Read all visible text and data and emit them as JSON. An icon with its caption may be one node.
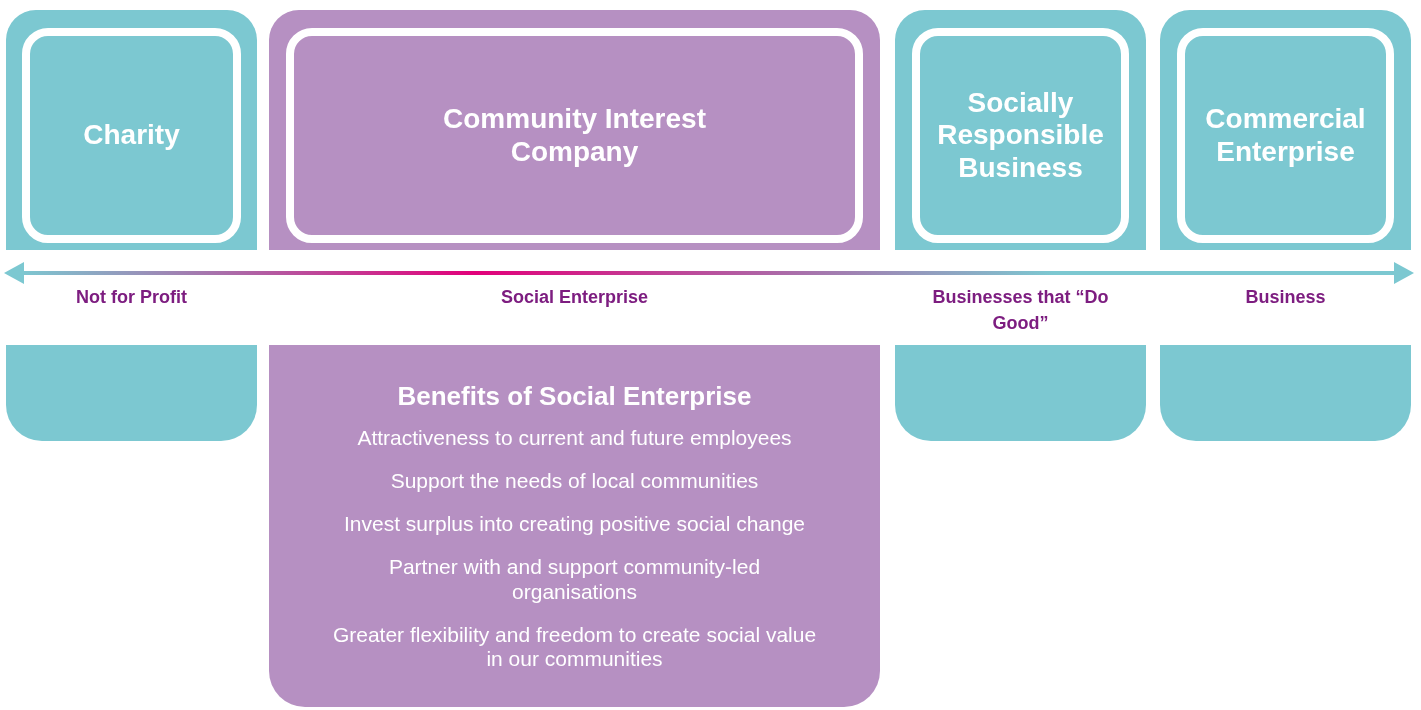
{
  "diagram": {
    "nodes": [
      {
        "text": [],
        "shape": "box"
      },
      {
        "text": [
          "Charity"
        ],
        "in": 0
      },
      {
        "text": [],
        "shape": "box"
      },
      {
        "text": [
          "Community Interest Company"
        ],
        "in": 2
      },
      {
        "text": [],
        "shape": "box"
      },
      {
        "text": [
          "Socially Responsible Business"
        ],
        "in": 4
      },
      {
        "text": [],
        "shape": "box"
      },
      {
        "text": [
          "Commercial Enterprise"
        ],
        "in": 6
      },
      {
        "text": [],
        "shape": "box"
      },
      {
        "text": [
          "Benefits of Social Enterprise",
          "Attractiveness to current and future employees",
          "Support the needs of local communities",
          "Invest surplus into creating positive social change",
          "Partner with and support community-led organisations",
          "Greater flexibility and freedom to create social value in our communities"
        ]
      },
      {
        "text": [],
        "shape": "box"
      },
      {
        "text": [],
        "shape": "box"
      }
    ],
    "edges": [],
    "labels": [
      "Not for Profit",
      "Social Enterprise",
      "Businesses that “Do Good”",
      "Business"
    ]
  }
}
